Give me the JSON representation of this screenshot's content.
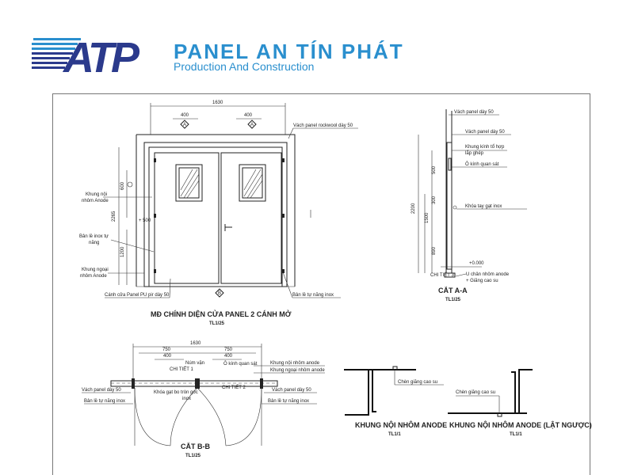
{
  "brand": {
    "name": "PANEL AN TÍN PHÁT",
    "tagline": "Production And Construction",
    "logo_text": "ATP",
    "color": "#2a8fce",
    "dark_color": "#2b3a8c"
  },
  "front_view": {
    "title": "MĐ CHÍNH DIỆN CỬA PANEL 2 CÁNH MỞ",
    "scale": "TL1/25",
    "dims": {
      "width": "1630",
      "window_left": "400",
      "window_right": "400",
      "height_total": "2265",
      "height_top": "600",
      "height_bottom": "1200",
      "offset": "+ 500"
    },
    "labels": {
      "wall_panel": "Vách panel  rockwool dày 50",
      "inner_frame": "Khung nội\nnhôm Anode",
      "hinge": "Bản lề inox tự\nnăng",
      "outer_frame": "Khung ngoại\nnhôm Anode",
      "door_leaf": "Cánh cửa Panel PU pir dày 50",
      "auto_hinge": "Bản lề tự năng inox"
    },
    "markers": [
      "A",
      "A",
      "B"
    ]
  },
  "section_aa": {
    "title": "CẮT A-A",
    "scale": "TL1/25",
    "dims": {
      "total": "2200",
      "d1": "500",
      "d2": "300",
      "d3": "1500",
      "d4": "890",
      "level": "+0.000"
    },
    "labels": {
      "wall_panel": "Vách panel dày 50",
      "wall_panel_2": "Vách panel dày 50",
      "glass_frame": "Khung kính tổ hợp\nlắp ghép",
      "glass": "Ô kính quan sát",
      "lock": "Khóa tay gạt inox",
      "detail": "CHI TIẾT 3",
      "u_foot": "U chân nhôm anode",
      "gasket": "+ Giăng cao su"
    }
  },
  "section_bb": {
    "title": "CẮT B-B",
    "scale": "TL1/25",
    "dims": {
      "total": "1630",
      "half_left": "750",
      "half_right": "750",
      "win_left": "400",
      "win_right": "400"
    },
    "labels": {
      "knob": "Núm vặn",
      "detail1": "CHI TIẾT 1",
      "glass": "Ô kính quan sát",
      "detail2": "CHI TIẾT 2",
      "inner_frame": "Khung nội nhôm anode",
      "outer_frame": "Khung ngoại nhôm anode",
      "wall_left": "Vách panel dày 50",
      "hinge_left": "Bản lề tự năng inox",
      "lever": "Khóa gạt bo tròn góc\ninox",
      "wall_right": "Vách panel dày 50",
      "hinge_right": "Bản lề tự năng inox"
    }
  },
  "frame_inner": {
    "title": "KHUNG NỘI NHÔM ANODE",
    "scale": "TL1/1",
    "label": "Chèn giăng cao su"
  },
  "frame_inner_flipped": {
    "title": "KHUNG NỘI NHÔM ANODE (LẬT NGƯỢC)",
    "scale": "TL1/1",
    "label": "Chèn giăng cao su"
  }
}
